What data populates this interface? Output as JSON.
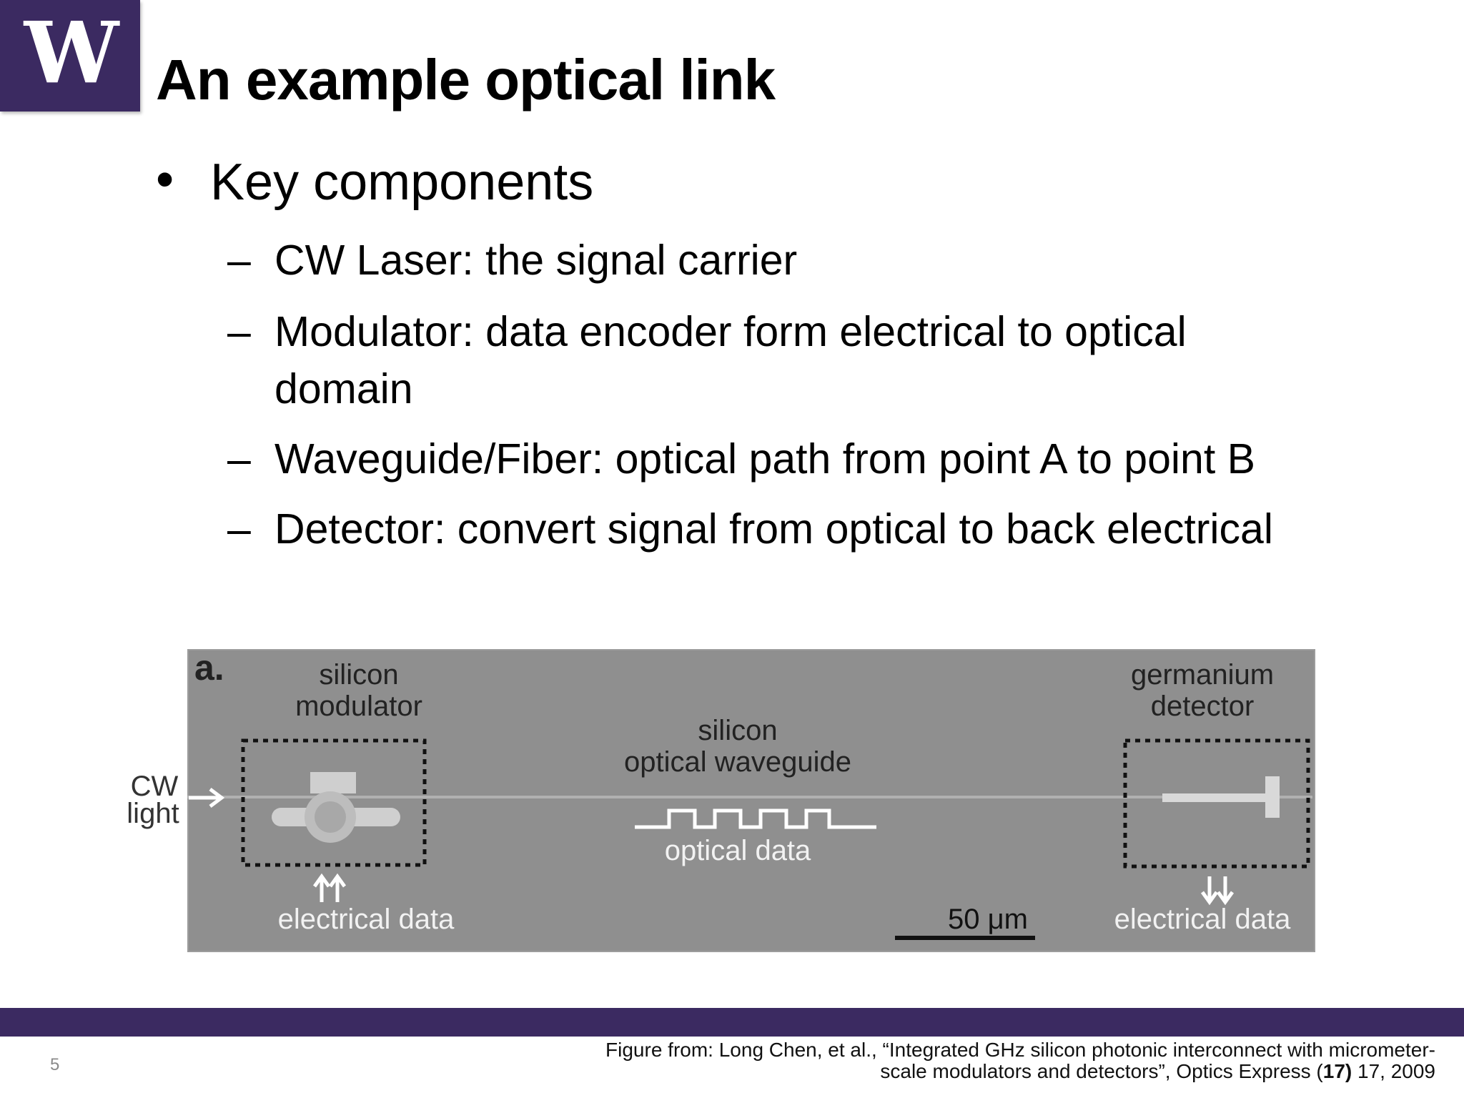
{
  "logo": {
    "letter": "W"
  },
  "slide": {
    "title": "An example optical link",
    "bullet": "Key components",
    "bullet_marker": "•",
    "sub_marker": "–",
    "sub_items": [
      {
        "text": "CW Laser: the signal carrier"
      },
      {
        "line1": "Modulator: data encoder form electrical to optical",
        "line2": "domain"
      },
      {
        "text": "Waveguide/Fiber: optical path from point A to point B"
      },
      {
        "text": "Detector: convert signal from optical to back electrical"
      }
    ]
  },
  "figure": {
    "panel_label": "a.",
    "modulator_line1": "silicon",
    "modulator_line2": "modulator",
    "detector_line1": "germanium",
    "detector_line2": "detector",
    "waveguide_line1": "silicon",
    "waveguide_line2": "optical waveguide",
    "optical_data": "optical data",
    "electrical_data_left": "electrical data",
    "electrical_data_right": "electrical data",
    "scale_bar": "50 μm",
    "cw_line1": "CW",
    "cw_line2": "light"
  },
  "footer": {
    "page_number": "5",
    "citation_line1": "Figure from: Long Chen, et al., “Integrated GHz silicon photonic interconnect with micrometer-",
    "citation_line2_a": "scale modulators and detectors”, Optics Express (",
    "citation_line2_bold": "17)",
    "citation_line2_b": " 17, 2009"
  },
  "colors": {
    "brand_purple": "#3b2a61",
    "figure_background": "#8f8f8f"
  }
}
